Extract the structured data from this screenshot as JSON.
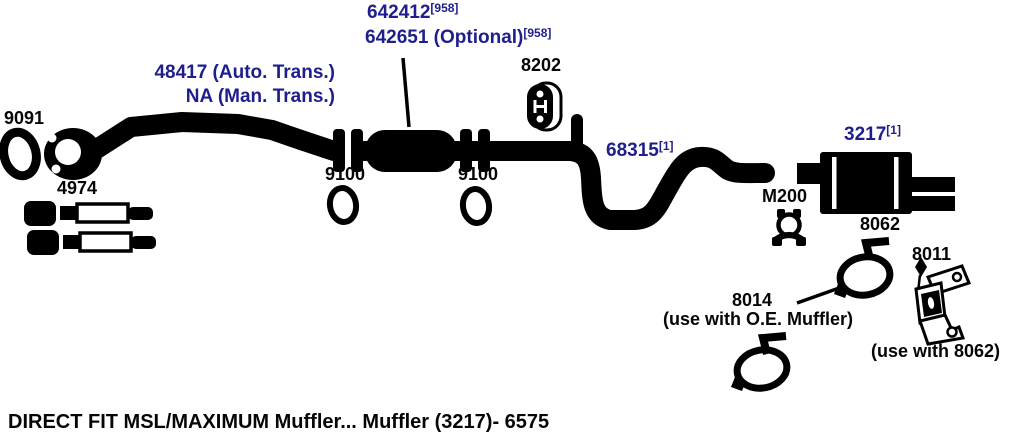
{
  "diagram": {
    "colors": {
      "label_blue": "#1e1e8c",
      "ink": "#000000",
      "background": "#ffffff"
    },
    "labels": {
      "resonator_l1": {
        "text": "642412",
        "sup": "[958]"
      },
      "resonator_l2": {
        "text": "642651 (Optional)",
        "sup": "[958]"
      },
      "front_pipe_l1": {
        "text": "48417 (Auto. Trans.)"
      },
      "front_pipe_l2": {
        "text": "NA (Man. Trans.)"
      },
      "hanger_top": {
        "text": "8202"
      },
      "flange_gasket": {
        "text": "9091"
      },
      "bolt_spring_kit": {
        "text": "4974"
      },
      "gasket_left": {
        "text": "9100"
      },
      "gasket_right": {
        "text": "9100"
      },
      "intermediate_pipe": {
        "text": "68315",
        "sup": "[1]"
      },
      "muffler": {
        "text": "3217",
        "sup": "[1]"
      },
      "clamp": {
        "text": "M200"
      },
      "hanger_rear": {
        "text": "8062"
      },
      "hanger_oe": {
        "text": "8014",
        "note": "(use with O.E. Muffler)"
      },
      "bracket": {
        "text": "8011",
        "note": "(use with 8062)"
      }
    }
  },
  "footer": {
    "caption": "DIRECT FIT MSL/MAXIMUM Muffler... Muffler (3217)- 6575"
  }
}
